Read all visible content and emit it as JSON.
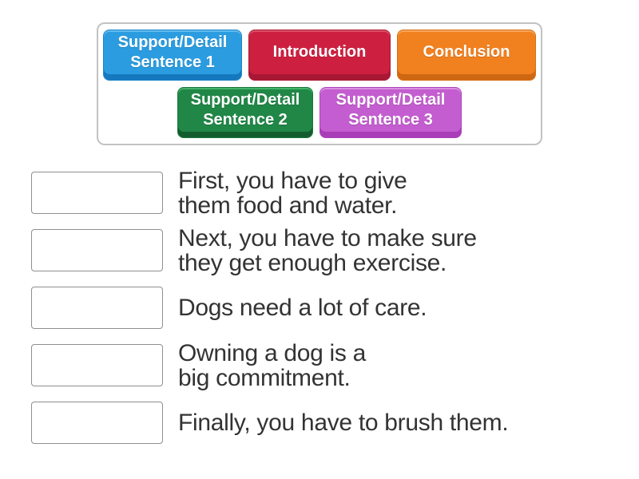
{
  "tray": {
    "tiles": [
      {
        "id": "support-detail-1",
        "label": "Support/Detail\nSentence 1",
        "color": "#2b9ce0"
      },
      {
        "id": "introduction",
        "label": "Introduction",
        "color": "#cd2040"
      },
      {
        "id": "conclusion",
        "label": "Conclusion",
        "color": "#f1801f"
      },
      {
        "id": "support-detail-2",
        "label": "Support/Detail\nSentence 2",
        "color": "#218747"
      },
      {
        "id": "support-detail-3",
        "label": "Support/Detail\nSentence 3",
        "color": "#c45ed0"
      }
    ]
  },
  "rows": [
    {
      "text": "First, you have to give\nthem food and water."
    },
    {
      "text": "Next, you have to make sure\nthey get enough exercise."
    },
    {
      "text": "Dogs need a lot of care."
    },
    {
      "text": "Owning a dog is a\nbig commitment."
    },
    {
      "text": "Finally, you have to brush them."
    }
  ],
  "colors": {
    "text": "#333333",
    "tray_border": "#c2c2c2",
    "drop_box_border": "#8f8f8f"
  }
}
